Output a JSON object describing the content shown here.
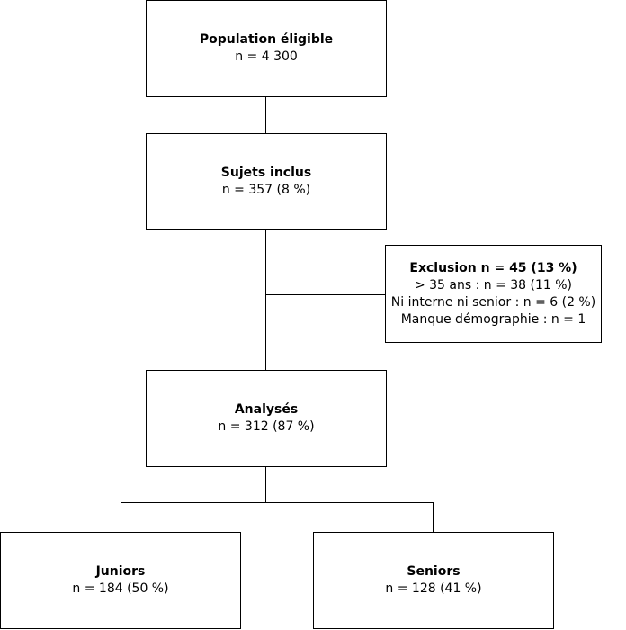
{
  "flowchart": {
    "population": {
      "title": "Population éligible",
      "count": "n = 4 300"
    },
    "inclus": {
      "title": "Sujets inclus",
      "count": "n = 357 (8 %)"
    },
    "exclusion": {
      "title": "Exclusion n = 45 (13 %)",
      "lines": [
        "> 35 ans : n = 38 (11 %)",
        "Ni interne ni senior : n = 6 (2 %)",
        "Manque démographie : n = 1"
      ]
    },
    "analyses": {
      "title": "Analysés",
      "count": "n = 312 (87 %)"
    },
    "juniors": {
      "title": "Juniors",
      "count": "n = 184 (50 %)"
    },
    "seniors": {
      "title": "Seniors",
      "count": "n = 128 (41 %)"
    }
  }
}
